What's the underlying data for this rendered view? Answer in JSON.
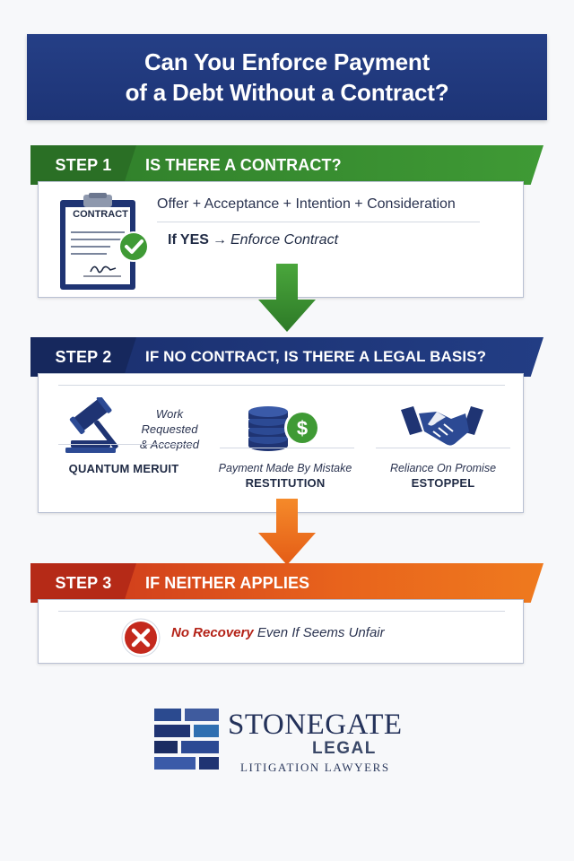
{
  "title": {
    "line1": "Can You Enforce Payment",
    "line2": "of a Debt Without a Contract?"
  },
  "step1": {
    "tag": "STEP 1",
    "question": "IS THERE A CONTRACT?",
    "clipboard_label": "CONTRACT",
    "criteria": "Offer + Acceptance + Intention + Consideration",
    "yes_label": "If YES",
    "yes_arrow": "→",
    "yes_result": "Enforce Contract"
  },
  "step2": {
    "tag": "STEP 2",
    "question": "IF NO CONTRACT, IS THERE A LEGAL BASIS?",
    "bases": [
      {
        "desc_line1": "Work Requested",
        "desc_line2": "& Accepted",
        "name": "QUANTUM MERUIT",
        "icon": "gavel-icon"
      },
      {
        "desc_line1": "Payment Made By Mistake",
        "name": "RESTITUTION",
        "icon": "coins-dollar-icon"
      },
      {
        "desc_line1": "Reliance On Promise",
        "name": "ESTOPPEL",
        "icon": "handshake-icon"
      }
    ]
  },
  "step3": {
    "tag": "STEP 3",
    "question": "IF NEITHER APPLIES",
    "result_strong": "No Recovery",
    "result_rest": " Even If Seems Unfair"
  },
  "logo": {
    "name": "STONEGATE",
    "legal": "LEGAL",
    "tagline": "LITIGATION LAWYERS"
  },
  "colors": {
    "navy": "#1d3476",
    "green": "#3f9a35",
    "orange": "#e8631c",
    "red": "#b42318"
  }
}
